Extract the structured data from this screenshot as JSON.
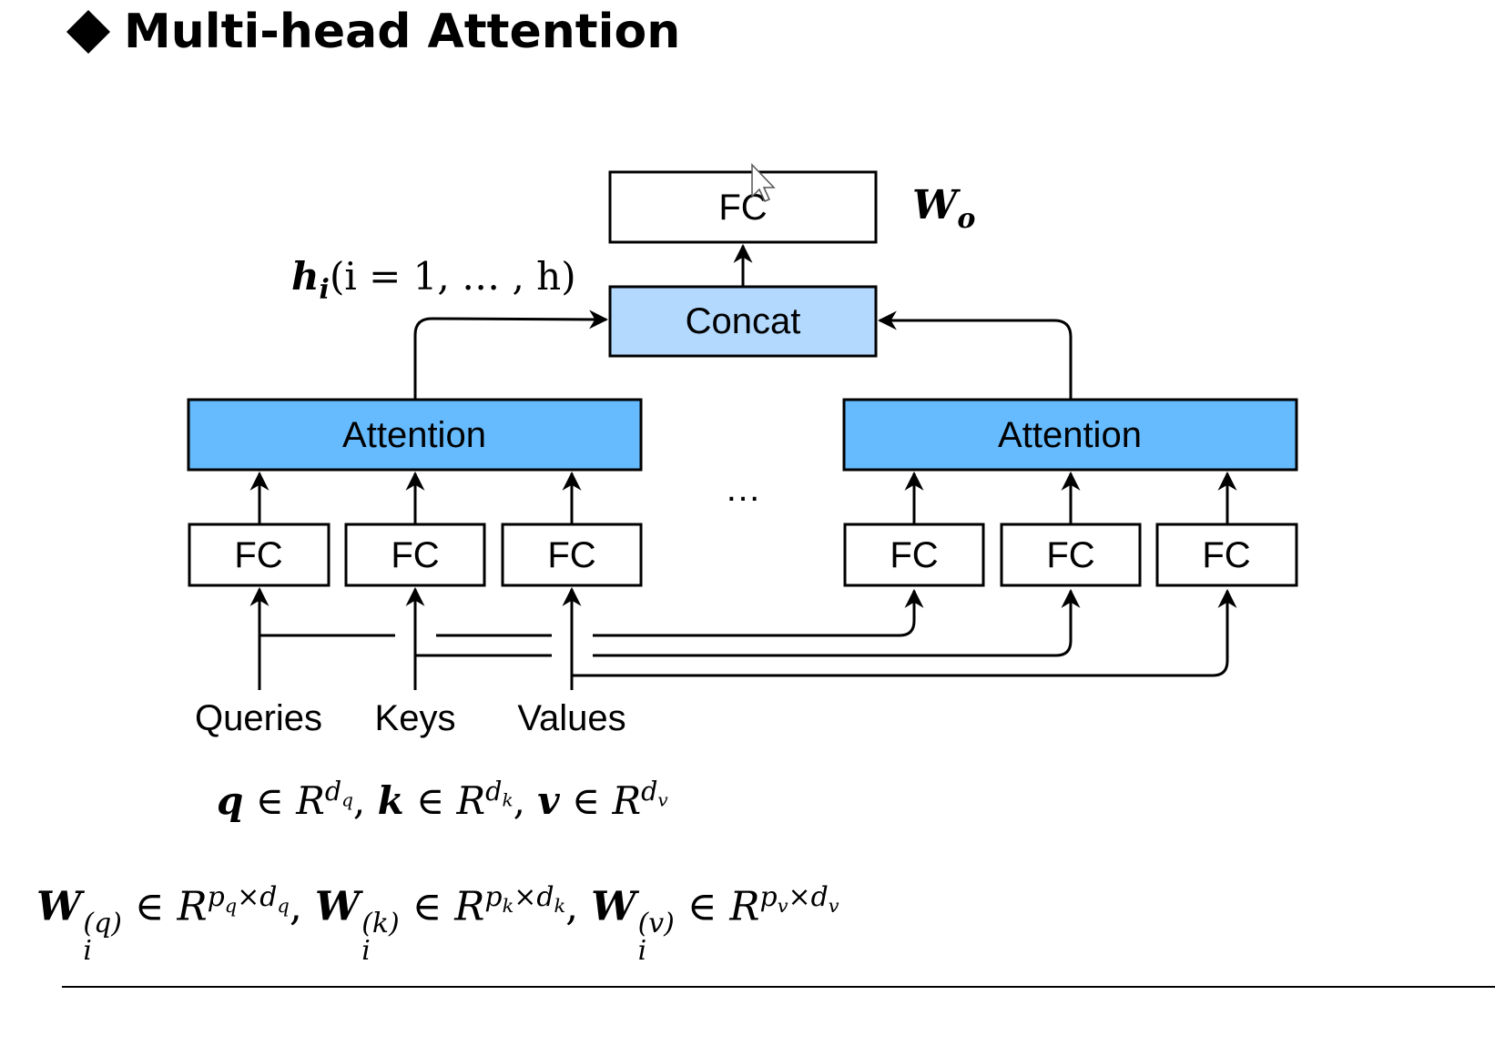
{
  "title": "Multi-head Attention",
  "colors": {
    "attention_fill": "#66bbff",
    "concat_fill": "#b3d9ff",
    "fc_fill": "#ffffff",
    "stroke": "#000000"
  },
  "diagram": {
    "output_fc": "FC",
    "output_weight": "W",
    "output_weight_sub": "o",
    "head_label": "h",
    "head_label_sub": "i",
    "head_label_rest": "(i = 1, … , h)",
    "concat": "Concat",
    "attention_left": "Attention",
    "attention_right": "Attention",
    "ellipsis": "…",
    "fc_left": [
      "FC",
      "FC",
      "FC"
    ],
    "fc_right": [
      "FC",
      "FC",
      "FC"
    ],
    "inputs": [
      "Queries",
      "Keys",
      "Values"
    ]
  },
  "formula_dims": "q ∈ R^{d_q}, k ∈ R^{d_k}, v ∈ R^{d_v}",
  "formula_weights": "W_i^{(q)} ∈ R^{p_q×d_q}, W_i^{(k)} ∈ R^{p_k×d_k}, W_i^{(v)} ∈ R^{p_v×d_v}",
  "formula_parts": {
    "q": "q",
    "k": "k",
    "v": "v",
    "R": "R",
    "in": "∈",
    "dq": "d",
    "dq_sub": "q",
    "dk": "d",
    "dk_sub": "k",
    "dv": "d",
    "dv_sub": "v",
    "W": "W",
    "i": "i",
    "sup_q": "(q)",
    "sup_k": "(k)",
    "sup_v": "(v)",
    "pq": "p",
    "pq_sub": "q",
    "pk": "p",
    "pk_sub": "k",
    "pv": "p",
    "pv_sub": "v",
    "times": "×",
    "comma": ","
  }
}
